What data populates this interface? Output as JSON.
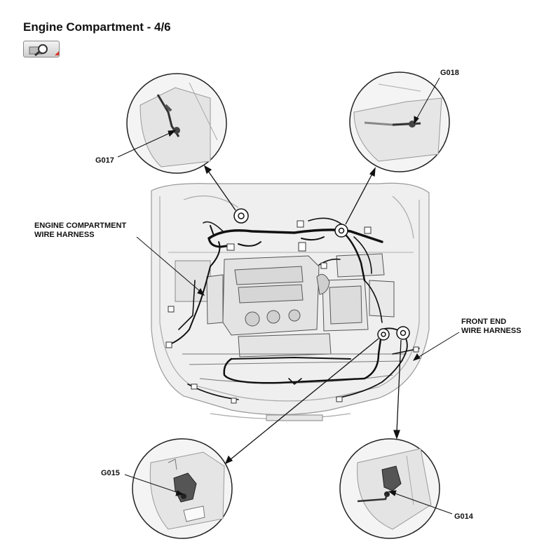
{
  "page": {
    "title": "Engine Compartment - 4/6"
  },
  "toolbar": {
    "zoom_icon": "magnifier-zoom-icon"
  },
  "callouts": {
    "g017": "G017",
    "g018": "G018",
    "g015": "G015",
    "g014": "G014",
    "engine_harness_line1": "ENGINE COMPARTMENT",
    "engine_harness_line2": "WIRE HARNESS",
    "front_harness_line1": "FRONT END",
    "front_harness_line2": "WIRE HARNESS"
  },
  "colors": {
    "line": "#222222",
    "car_fill": "#ededed",
    "detail_fill": "#e2e2e2",
    "harness": "#111111",
    "accent": "#d9342b"
  }
}
